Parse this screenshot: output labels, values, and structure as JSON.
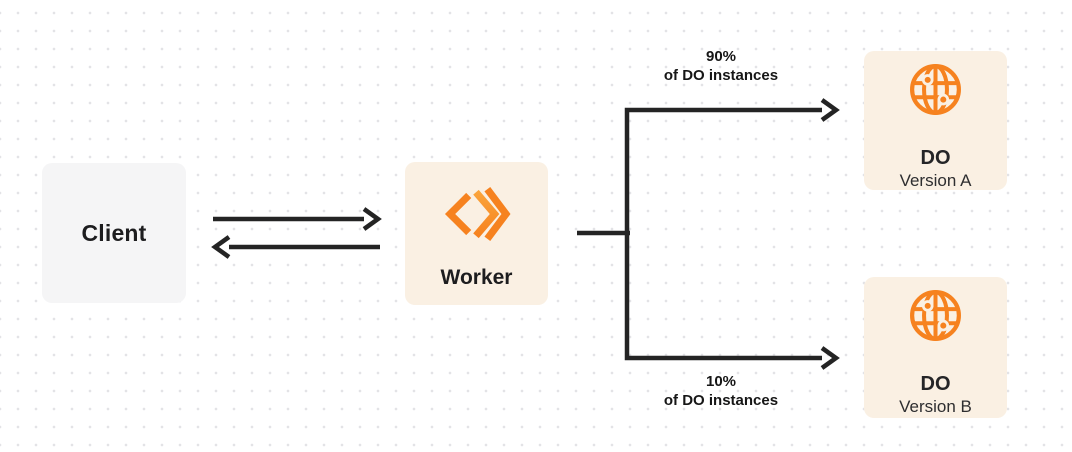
{
  "diagram": {
    "nodes": {
      "client": {
        "label": "Client"
      },
      "worker": {
        "label": "Worker"
      },
      "do_version_a": {
        "title": "DO",
        "subtitle": "Version A"
      },
      "do_version_b": {
        "title": "DO",
        "subtitle": "Version B"
      }
    },
    "edges": {
      "top_branch": {
        "percent": "90%",
        "caption": "of DO instances"
      },
      "bottom_branch": {
        "percent": "10%",
        "caption": "of DO instances"
      }
    },
    "icons": {
      "worker_icon": "workers-chevrons-icon",
      "do_icon": "durable-object-globe-icon"
    },
    "colors": {
      "accent_orange": "#F6821F",
      "accent_orange_light": "#FAAD3F",
      "panel_cream": "#FAF0E3",
      "panel_gray": "#F5F5F6",
      "line_dark": "#242424",
      "grid_dot": "#E3E3E6",
      "text_dark": "#1D1D1F"
    }
  }
}
